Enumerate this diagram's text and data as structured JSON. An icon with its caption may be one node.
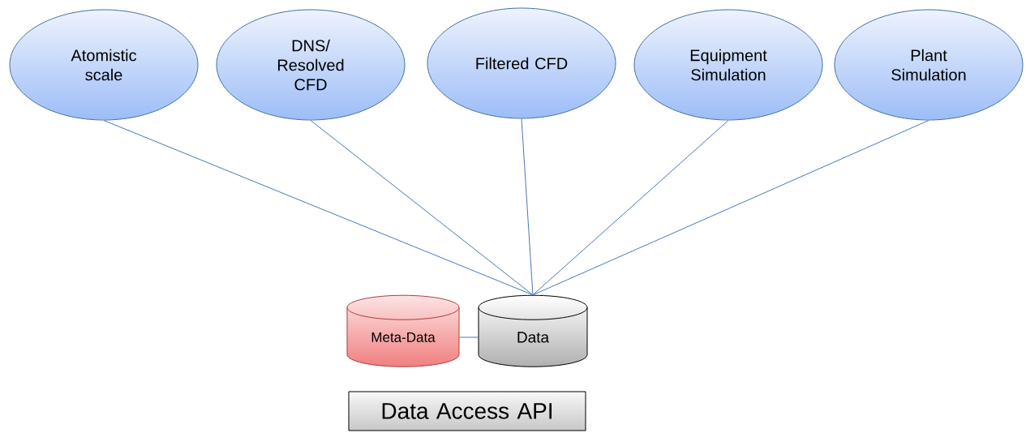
{
  "diagram": {
    "nodes": [
      {
        "text": [
          "Atomistic scale"
        ]
      },
      {
        "text": [
          "DNS/ Resolved CFD"
        ]
      },
      {
        "text": [
          "Filtered CFD"
        ]
      },
      {
        "text": [
          "Equipment Simulation"
        ]
      },
      {
        "text": [
          "Plant Simulation"
        ]
      },
      {
        "text": [
          "Meta-Data"
        ]
      },
      {
        "text": [
          "Data"
        ]
      },
      {
        "text": [
          "Data Access API"
        ]
      }
    ],
    "edges": [
      {
        "from": 0,
        "to": 6,
        "arrow": "none"
      },
      {
        "from": 1,
        "to": 6,
        "arrow": "none"
      },
      {
        "from": 2,
        "to": 6,
        "arrow": "none"
      },
      {
        "from": 3,
        "to": 6,
        "arrow": "none"
      },
      {
        "from": 4,
        "to": 6,
        "arrow": "none"
      },
      {
        "from": 5,
        "to": 6,
        "arrow": "none"
      }
    ]
  }
}
